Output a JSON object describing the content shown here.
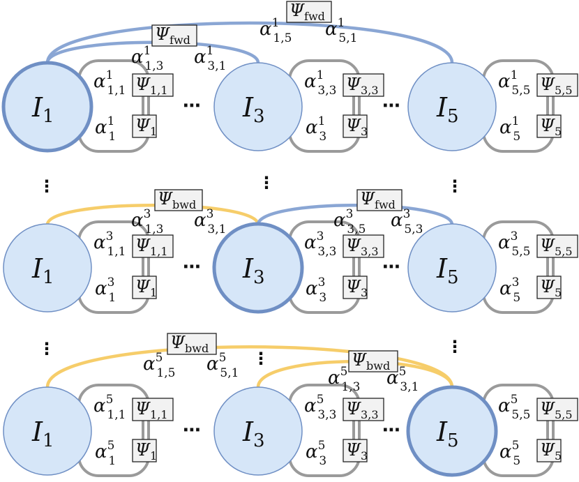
{
  "symbols": {
    "alpha": "α",
    "psi": "Ψ",
    "dots": "⋯",
    "vdots": "⋮",
    "node_letter": "I",
    "fwd": "fwd",
    "bwd": "bwd"
  },
  "colors": {
    "node_fill": "#d6e6f8",
    "node_stroke": "#6f8fc4",
    "fwd_edge": "#8aa6d4",
    "bwd_edge": "#f6cd6a",
    "self_loop": "#9a9a9a"
  },
  "panels": [
    {
      "active_node": 1,
      "nodes": [
        {
          "index": "1",
          "self_alpha_sub": "1,1",
          "self_alpha_sup": "1",
          "psi_top_sub": "1,1",
          "alpha_bot_sub": "1",
          "alpha_bot_sup": "1",
          "psi_bot_sub": "1"
        },
        {
          "index": "3",
          "self_alpha_sub": "3,3",
          "self_alpha_sup": "1",
          "psi_top_sub": "3,3",
          "alpha_bot_sub": "3",
          "alpha_bot_sup": "1",
          "psi_bot_sub": "3"
        },
        {
          "index": "5",
          "self_alpha_sub": "5,5",
          "self_alpha_sup": "1",
          "psi_top_sub": "5,5",
          "alpha_bot_sub": "5",
          "alpha_bot_sup": "1",
          "psi_bot_sub": "5"
        }
      ],
      "edges": [
        {
          "kind": "fwd",
          "psi_label": "fwd",
          "alpha_a_sub": "1,3",
          "alpha_a_sup": "1",
          "alpha_b_sub": "3,1",
          "alpha_b_sup": "1"
        },
        {
          "kind": "fwd",
          "psi_label": "fwd",
          "alpha_a_sub": "1,5",
          "alpha_a_sup": "1",
          "alpha_b_sub": "5,1",
          "alpha_b_sup": "1"
        }
      ]
    },
    {
      "active_node": 3,
      "nodes": [
        {
          "index": "1",
          "self_alpha_sub": "1,1",
          "self_alpha_sup": "3",
          "psi_top_sub": "1,1",
          "alpha_bot_sub": "1",
          "alpha_bot_sup": "3",
          "psi_bot_sub": "1"
        },
        {
          "index": "3",
          "self_alpha_sub": "3,3",
          "self_alpha_sup": "3",
          "psi_top_sub": "3,3",
          "alpha_bot_sub": "3",
          "alpha_bot_sup": "3",
          "psi_bot_sub": "3"
        },
        {
          "index": "5",
          "self_alpha_sub": "5,5",
          "self_alpha_sup": "3",
          "psi_top_sub": "5,5",
          "alpha_bot_sub": "5",
          "alpha_bot_sup": "3",
          "psi_bot_sub": "5"
        }
      ],
      "edges": [
        {
          "kind": "bwd",
          "psi_label": "bwd",
          "alpha_a_sub": "1,3",
          "alpha_a_sup": "3",
          "alpha_b_sub": "3,1",
          "alpha_b_sup": "3"
        },
        {
          "kind": "fwd",
          "psi_label": "fwd",
          "alpha_a_sub": "3,5",
          "alpha_a_sup": "3",
          "alpha_b_sub": "5,3",
          "alpha_b_sup": "3"
        }
      ]
    },
    {
      "active_node": 5,
      "nodes": [
        {
          "index": "1",
          "self_alpha_sub": "1,1",
          "self_alpha_sup": "5",
          "psi_top_sub": "1,1",
          "alpha_bot_sub": "1",
          "alpha_bot_sup": "5",
          "psi_bot_sub": "1"
        },
        {
          "index": "3",
          "self_alpha_sub": "3,3",
          "self_alpha_sup": "5",
          "psi_top_sub": "3,3",
          "alpha_bot_sub": "3",
          "alpha_bot_sup": "5",
          "psi_bot_sub": "3"
        },
        {
          "index": "5",
          "self_alpha_sub": "5,5",
          "self_alpha_sup": "5",
          "psi_top_sub": "5,5",
          "alpha_bot_sub": "5",
          "alpha_bot_sup": "5",
          "psi_bot_sub": "5"
        }
      ],
      "edges": [
        {
          "kind": "bwd",
          "psi_label": "bwd",
          "alpha_a_sub": "1,5",
          "alpha_a_sup": "5",
          "alpha_b_sub": "5,1",
          "alpha_b_sup": "5"
        },
        {
          "kind": "bwd",
          "psi_label": "bwd",
          "alpha_a_sub": "1,3",
          "alpha_a_sup": "5",
          "alpha_b_sub": "3,1",
          "alpha_b_sup": "5"
        }
      ]
    }
  ]
}
